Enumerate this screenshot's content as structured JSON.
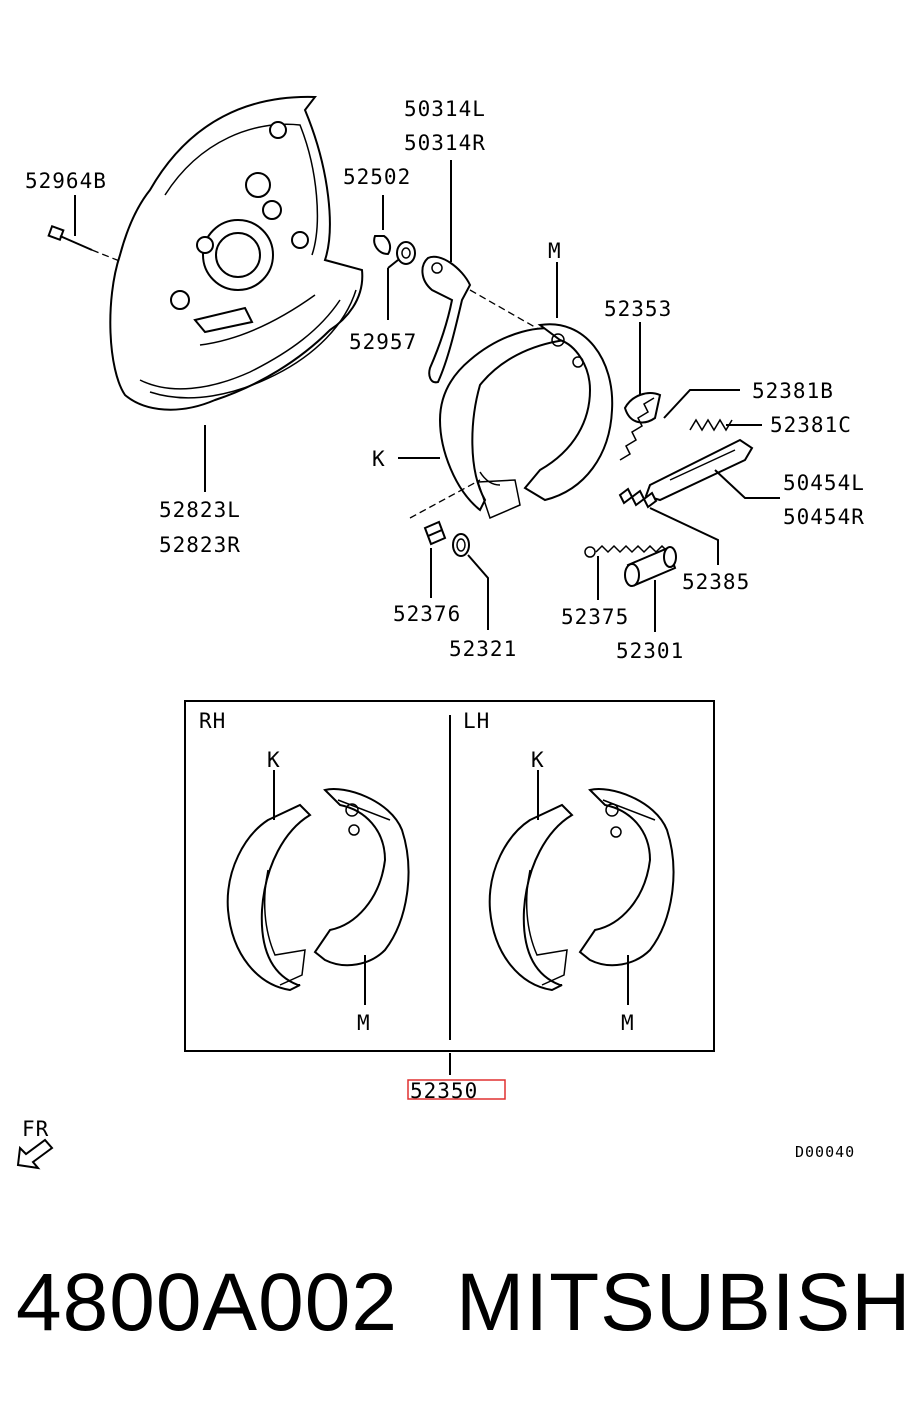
{
  "diagram": {
    "labels": {
      "p52964B": "52964B",
      "p50314L": "50314L",
      "p50314R": "50314R",
      "p52502": "52502",
      "p52957": "52957",
      "pM_top": "M",
      "p52353": "52353",
      "p52381B": "52381B",
      "p52381C": "52381C",
      "p50454L": "50454L",
      "p50454R": "50454R",
      "pK_top": "K",
      "p52823L": "52823L",
      "p52823R": "52823R",
      "p52385": "52385",
      "p52376": "52376",
      "p52375": "52375",
      "p52321": "52321",
      "p52301": "52301"
    },
    "inset": {
      "rh": "RH",
      "lh": "LH",
      "k_rh": "K",
      "k_lh": "K",
      "m_rh": "M",
      "m_lh": "M"
    },
    "highlighted_part": "52350",
    "front_label": "FR",
    "drawing_code": "D00040",
    "highlight_color": "#e03030"
  },
  "caption": {
    "part_number": "4800A002",
    "brand": "MITSUBISHI"
  }
}
